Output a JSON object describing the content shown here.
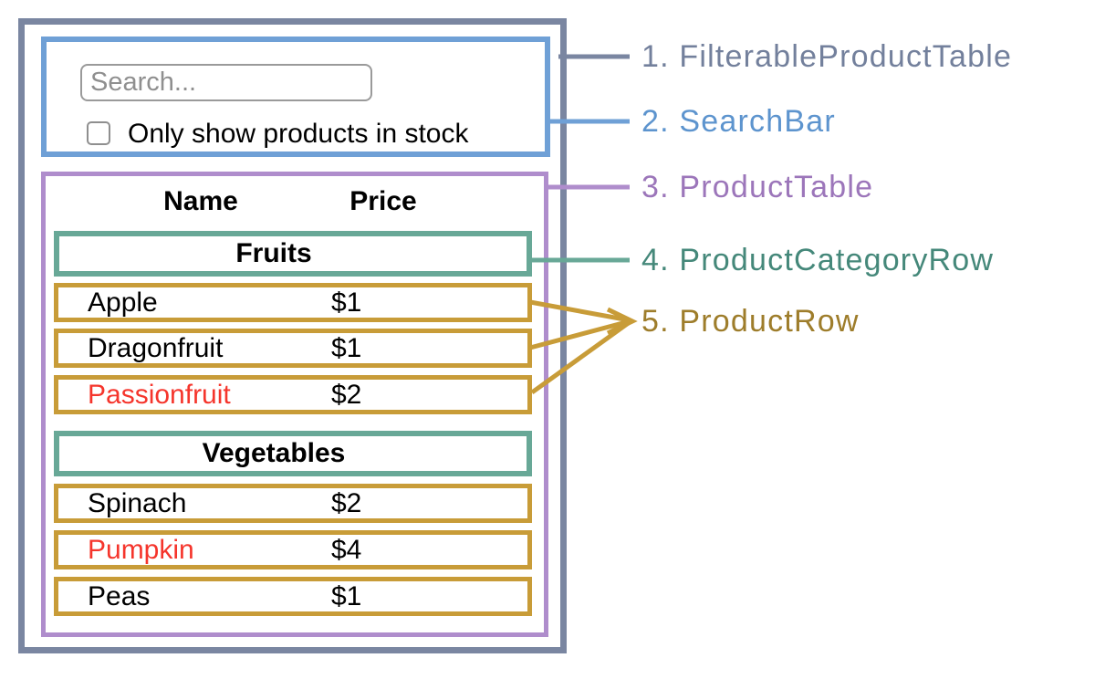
{
  "colors": {
    "filterable_product_table": "#7A86A1",
    "search_bar": "#6FA0D6",
    "product_table": "#AF8DCC",
    "product_category_row": "#68A897",
    "product_row": "#C89C38",
    "out_of_stock_text": "#F5352C"
  },
  "search_bar": {
    "placeholder": "Search...",
    "checkbox_label": "Only show products in stock",
    "checkbox_checked": false
  },
  "product_table": {
    "name_header": "Name",
    "price_header": "Price",
    "groups": [
      {
        "category": "Fruits",
        "rows": [
          {
            "name": "Apple",
            "price": "$1",
            "in_stock": true
          },
          {
            "name": "Dragonfruit",
            "price": "$1",
            "in_stock": true
          },
          {
            "name": "Passionfruit",
            "price": "$2",
            "in_stock": false
          }
        ]
      },
      {
        "category": "Vegetables",
        "rows": [
          {
            "name": "Spinach",
            "price": "$2",
            "in_stock": true
          },
          {
            "name": "Pumpkin",
            "price": "$4",
            "in_stock": false
          },
          {
            "name": "Peas",
            "price": "$1",
            "in_stock": true
          }
        ]
      }
    ]
  },
  "legend": {
    "items": [
      {
        "label": "1. FilterableProductTable"
      },
      {
        "label": "2. SearchBar"
      },
      {
        "label": "3. ProductTable"
      },
      {
        "label": "4. ProductCategoryRow"
      },
      {
        "label": "5. ProductRow"
      }
    ]
  }
}
